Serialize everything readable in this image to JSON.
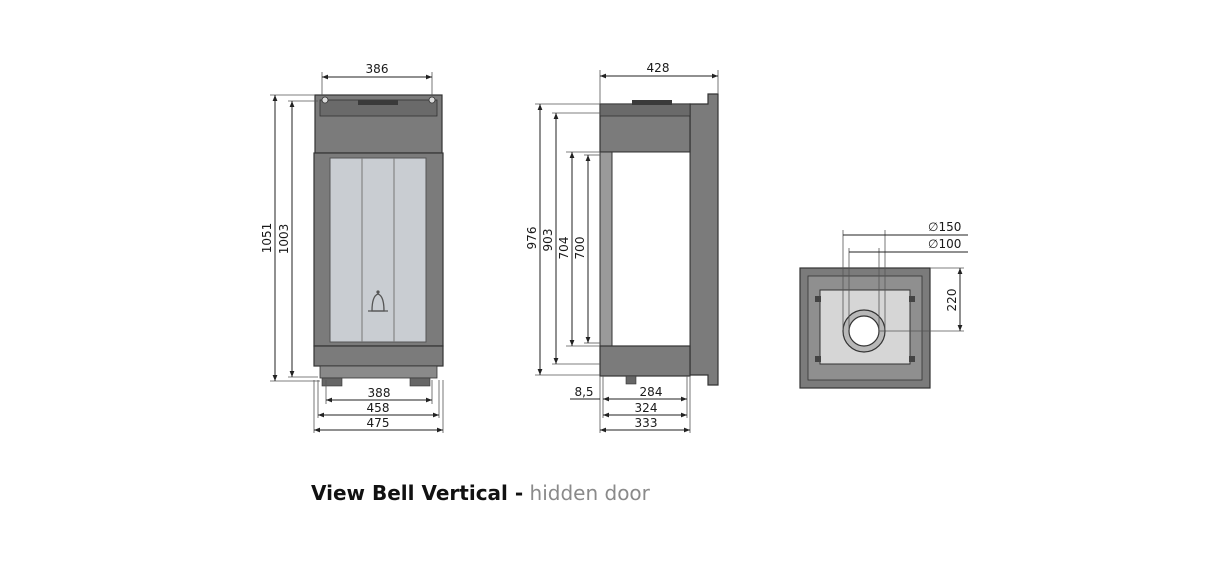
{
  "caption": {
    "title": "View Bell Vertical -",
    "subtitle": "hidden door"
  },
  "front_view": {
    "dims": {
      "top_width": "386",
      "total_height": "1051",
      "inner_height": "1003",
      "bottom_388": "388",
      "bottom_458": "458",
      "bottom_475": "475"
    }
  },
  "side_view": {
    "dims": {
      "top_depth": "428",
      "h_976": "976",
      "h_903": "903",
      "h_704": "704",
      "h_700": "700",
      "d_8_5": "8,5",
      "d_284": "284",
      "d_324": "324",
      "d_333": "333"
    }
  },
  "top_view": {
    "dims": {
      "dia_150": "∅150",
      "dia_100": "∅100",
      "offset_220": "220"
    }
  },
  "colors": {
    "body": "#7b7b7b",
    "glass": "#c9cdd2",
    "caption_bold": "#111111",
    "caption_light": "#8a8a8a"
  }
}
